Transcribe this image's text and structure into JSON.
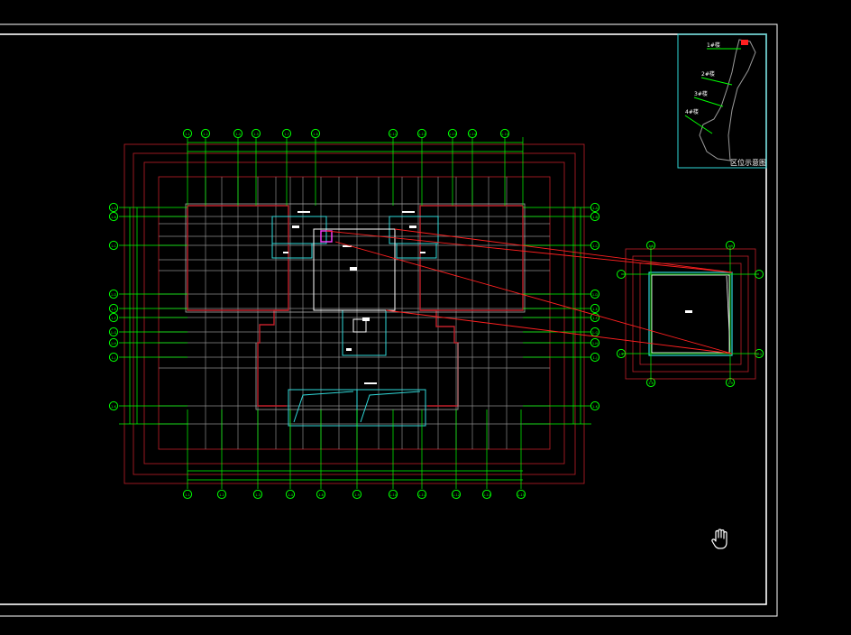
{
  "drawing": {
    "title_block": {
      "caption": "区位示意图"
    },
    "keyplan": {
      "zone_labels": [
        "1#楼",
        "2#楼",
        "3#楼",
        "4#楼"
      ]
    },
    "grid_bubbles_top": [
      "1-1",
      "1-2",
      "1-4",
      "1-5",
      "1-7",
      "1-8",
      "1-11",
      "1-12",
      "1-13",
      "1-14",
      "1-15"
    ],
    "grid_bubbles_bottom": [
      "1-1",
      "1-2",
      "1-3",
      "1-4",
      "1-6",
      "1-9",
      "1-10",
      "1-11",
      "1-12",
      "1-13",
      "1-15"
    ],
    "grid_bubbles_left": [
      "1-A",
      "1-B",
      "1-C",
      "1-D",
      "1-E",
      "1-F",
      "1-G",
      "1-H",
      "1-J",
      "1-K"
    ],
    "grid_bubbles_right": [
      "1-A",
      "1-B",
      "1-C",
      "1-D",
      "1-E",
      "1-F",
      "1-G",
      "1-H",
      "1-J",
      "1-K"
    ],
    "detail_bubbles": {
      "top": [
        "1-8",
        "1-9"
      ],
      "bottom": [
        "1-8",
        "1-9"
      ],
      "left": "1-F",
      "right": "1-G"
    },
    "colors": {
      "background": "#000000",
      "frame": "#ffffff",
      "cyan": "#2fd8d8",
      "grid": "#00ff00",
      "wall": "#c0202a",
      "line": "#8a8a8a",
      "accent": "#ff40ff"
    }
  },
  "ui": {
    "cursor_icon": "hand-pan-icon"
  }
}
